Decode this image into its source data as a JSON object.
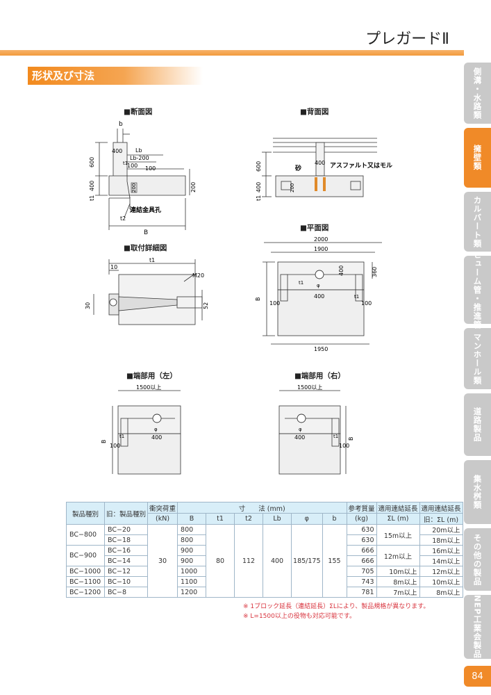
{
  "page_title": "プレガードⅡ",
  "section_title": "形状及び寸法",
  "page_number": "84",
  "accent_color": "#f08a28",
  "tabs": [
    {
      "label": "側溝・水路類",
      "active": false
    },
    {
      "label": "擁壁類",
      "active": true
    },
    {
      "label": "カルバート類",
      "active": false
    },
    {
      "label": "ヒューム管・推進管",
      "active": false
    },
    {
      "label": "マンホール類",
      "active": false
    },
    {
      "label": "道路製品",
      "active": false
    },
    {
      "label": "集水桝類",
      "active": false
    },
    {
      "label": "その他の製品",
      "active": false
    },
    {
      "label": "NEP工業会製品",
      "active": false
    }
  ],
  "diagrams": {
    "section": {
      "title": "■断面図",
      "labels": {
        "b": "b",
        "400": "400",
        "Lb": "Lb",
        "lb200": "Lb-200",
        "h100a": "100",
        "h100b": "100",
        "v600": "600",
        "v400": "400",
        "t1": "t1",
        "t1b": "t1",
        "v200": "200",
        "v200b": "200",
        "hole": "連結金具孔",
        "t2": "t2",
        "B": "B"
      }
    },
    "back": {
      "title": "■背面図",
      "labels": {
        "v400top": "400",
        "sand": "砂",
        "asphalt": "アスファルト又はモルタル",
        "v600": "600",
        "v400": "400",
        "t1": "t1",
        "v200": "200"
      }
    },
    "detail": {
      "title": "■取付詳細図",
      "labels": {
        "t1": "t1",
        "h10": "10",
        "m20": "M20",
        "v30": "30",
        "v52": "52"
      }
    },
    "plan": {
      "title": "■平面図",
      "labels": {
        "w2000": "2000",
        "w1900": "1900",
        "v400": "400",
        "v360": "360",
        "t1l": "t1",
        "phi": "φ",
        "w400": "400",
        "t1r": "t1",
        "B": "B",
        "h100l": "100",
        "h100r": "100",
        "w1950": "1950"
      }
    },
    "end_left": {
      "title": "■端部用（左）",
      "labels": {
        "w1500": "1500以上",
        "t1": "t1",
        "phi": "φ",
        "w400": "400",
        "B": "B",
        "h100": "100"
      }
    },
    "end_right": {
      "title": "■端部用（右）",
      "labels": {
        "w1500": "1500以上",
        "t1": "t1",
        "phi": "φ",
        "w400": "400",
        "B": "B",
        "h100": "100"
      }
    }
  },
  "table": {
    "headers": {
      "type": "製品種別",
      "old": "旧：製品種別",
      "load": "衝突荷重",
      "load_unit": "(kN)",
      "dims": "寸　　法 (mm)",
      "B": "B",
      "t1": "t1",
      "t2": "t2",
      "Lb": "Lb",
      "phi": "φ",
      "b": "b",
      "mass": "参考質量",
      "mass_unit": "(kg)",
      "len": "適用連結延長",
      "len_unit": "ΣL (m)",
      "oldlen": "適用連結延長",
      "oldlen_unit": "旧：ΣL (m)"
    },
    "shared": {
      "load": "30",
      "t1": "80",
      "t2": "112",
      "Lb": "400",
      "phi": "185/175",
      "b": "155"
    },
    "rows": [
      {
        "type": "BC−800",
        "old": "BC−20",
        "B": "800",
        "mass": "630",
        "len": "15m以上",
        "oldlen": "20m以上"
      },
      {
        "old": "BC−18",
        "B": "800",
        "mass": "630",
        "oldlen": "18m以上"
      },
      {
        "type": "BC−900",
        "old": "BC−16",
        "B": "900",
        "mass": "666",
        "len": "12m以上",
        "oldlen": "16m以上"
      },
      {
        "old": "BC−14",
        "B": "900",
        "mass": "666",
        "oldlen": "14m以上"
      },
      {
        "type": "BC−1000",
        "old": "BC−12",
        "B": "1000",
        "mass": "705",
        "len": "10m以上",
        "oldlen": "12m以上"
      },
      {
        "type": "BC−1100",
        "old": "BC−10",
        "B": "1100",
        "mass": "743",
        "len": "8m以上",
        "oldlen": "10m以上"
      },
      {
        "type": "BC−1200",
        "old": "BC−8",
        "B": "1200",
        "mass": "781",
        "len": "7m以上",
        "oldlen": "8m以上"
      }
    ]
  },
  "notes": [
    "※ 1ブロック延長（連結延長）ΣLにより、製品規格が異なります。",
    "※ L=1500以上の役物も対応可能です。"
  ]
}
